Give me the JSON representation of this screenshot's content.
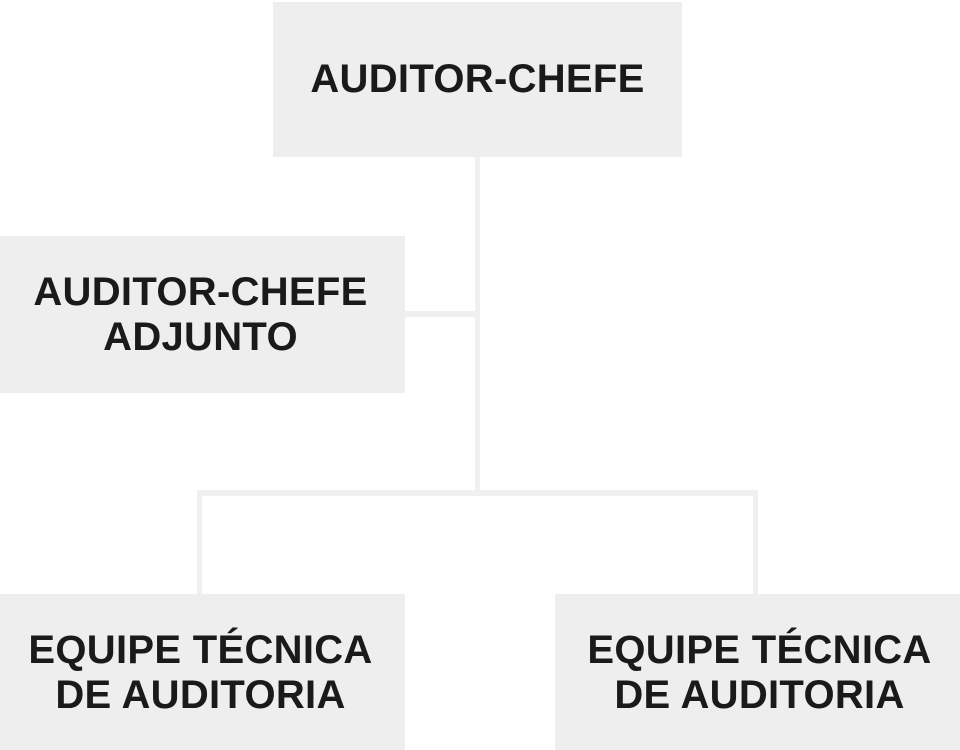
{
  "org_chart": {
    "type": "org-chart",
    "nodes": [
      {
        "id": "auditor-chefe",
        "lines": [
          "AUDITOR-CHEFE"
        ]
      },
      {
        "id": "auditor-chefe-adjunto",
        "lines": [
          "AUDITOR-CHEFE",
          "ADJUNTO"
        ],
        "reports_to": "auditor-chefe"
      },
      {
        "id": "equipe-tecnica-auditoria-1",
        "lines": [
          "EQUIPE TÉCNICA",
          "DE AUDITORIA"
        ],
        "reports_to": "auditor-chefe"
      },
      {
        "id": "equipe-tecnica-auditoria-2",
        "lines": [
          "EQUIPE TÉCNICA",
          "DE AUDITORIA"
        ],
        "reports_to": "auditor-chefe"
      }
    ]
  },
  "colors": {
    "box_fill": "#eeeeee",
    "connector": "#f0f0f0",
    "text": "#1a1a1a",
    "background": "#ffffff"
  }
}
